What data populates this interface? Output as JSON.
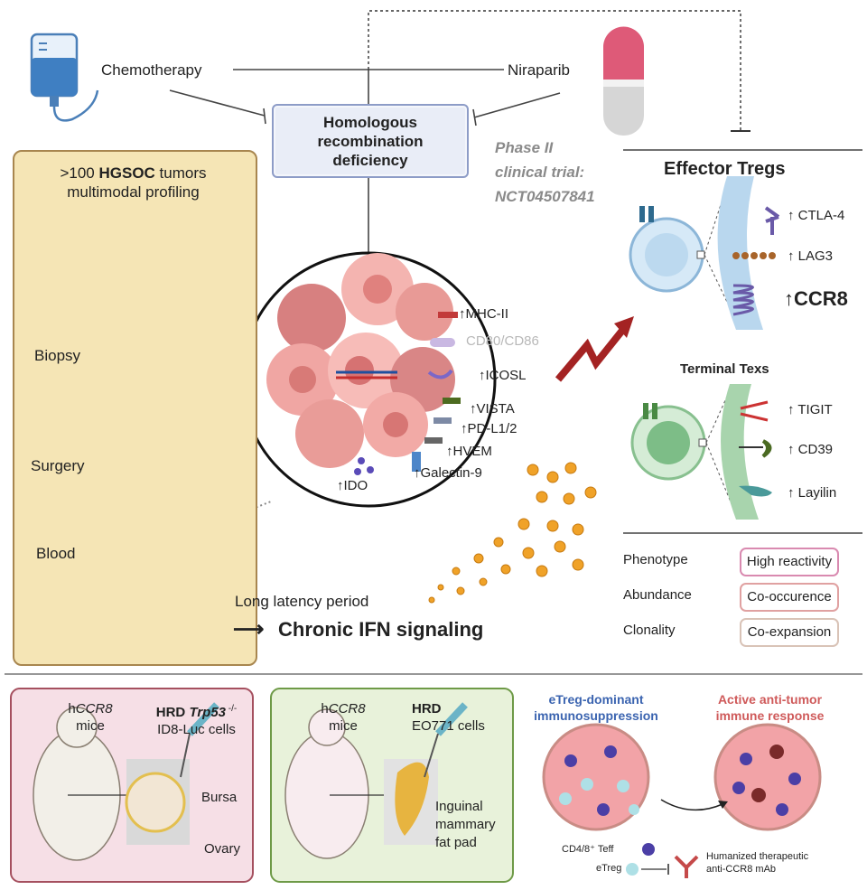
{
  "top": {
    "chemotherapy": "Chemotherapy",
    "niraparib": "Niraparib",
    "hrd": "Homologous\nrecombination\ndeficiency",
    "trial_line1": "Phase II",
    "trial_line2": "clinical trial:",
    "trial_line3": "NCT04507841"
  },
  "profiling": {
    "title_pre": ">100 ",
    "title_bold": "HGSOC",
    "title_post": " tumors",
    "subtitle": "multimodal profiling",
    "biopsy": "Biopsy",
    "surgery": "Surgery",
    "blood": "Blood"
  },
  "tumor": {
    "mhc2": "↑MHC-II",
    "cd80": "CD80/CD86",
    "icosl": "↑ICOSL",
    "vista": "↑VISTA",
    "pdl": "↑PD-L1/2",
    "hvem": "↑HVEM",
    "galectin": "↑Galectin-9",
    "ido": "↑IDO"
  },
  "ifn": {
    "latency": "Long latency period",
    "arrow": "⟶",
    "chronic": "Chronic IFN signaling"
  },
  "tregs": {
    "title": "Effector Tregs",
    "ctla4": "↑ CTLA-4",
    "lag3": "↑ LAG3",
    "ccr8": "↑CCR8"
  },
  "texs": {
    "title": "Terminal Texs",
    "tigit": "↑ TIGIT",
    "cd39": "↑ CD39",
    "layilin": "↑ Layilin"
  },
  "summary": [
    {
      "label": "Phenotype",
      "value": "High reactivity",
      "color": "#d98ab0"
    },
    {
      "label": "Abundance",
      "value": "Co-occurence",
      "color": "#e0a1a1"
    },
    {
      "label": "Clonality",
      "value": "Co-expansion",
      "color": "#d9c3b7"
    }
  ],
  "model1": {
    "mice_pre": "h",
    "mice_gene": "CCR8",
    "mice_post": "mice",
    "cells_pre": "HRD ",
    "cells_gene": "Trp53",
    "cells_sup": " -/-",
    "cells_line2": "ID8-Luc cells",
    "bursa": "Bursa",
    "ovary": "Ovary"
  },
  "model2": {
    "mice_pre": "h",
    "mice_gene": "CCR8",
    "mice_post": "mice",
    "cells_bold": "HRD",
    "cells_line2": "EO771 cells",
    "site1": "Inguinal",
    "site2": "mammary",
    "site3": "fat pad"
  },
  "outcome": {
    "left_title1": "eTreg-dominant",
    "left_title2": "immunosuppression",
    "right_title1": "Active anti-tumor",
    "right_title2": "immune response",
    "legend_teff": "CD4/8⁺ Teff",
    "legend_treg": "eTreg",
    "legend_mab1": "Humanized therapeutic",
    "legend_mab2": "anti-CCR8 mAb"
  },
  "colors": {
    "hrd_border": "#8d9cc7",
    "panel_bg": "#f5e5b5",
    "panel_border": "#a8864f",
    "tumor_pink": "#f1a6a6",
    "treg_blue": "#9fc6e6",
    "tex_green": "#9fd0a6",
    "title_blue": "#3b64b0",
    "title_red": "#cf5a5a",
    "trial_grey": "#8a8a8a"
  }
}
